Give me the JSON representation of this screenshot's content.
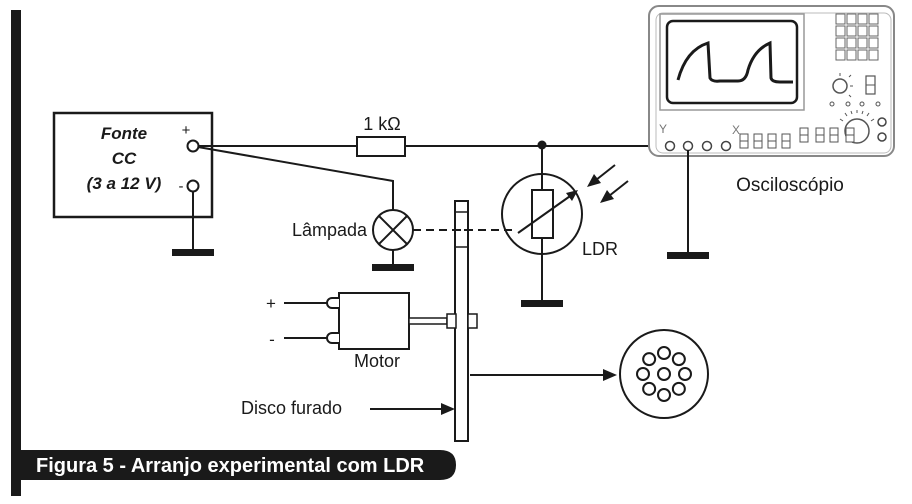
{
  "figure": {
    "caption": "Figura 5 - Arranjo experimental com LDR"
  },
  "power_supply": {
    "title_line1": "Fonte",
    "title_line2": "CC",
    "title_line3": "(3 a 12 V)",
    "plus_label": "+",
    "minus_label": "-"
  },
  "resistor": {
    "label": "1 kΩ"
  },
  "lamp": {
    "label": "Lâmpada"
  },
  "ldr": {
    "label": "LDR"
  },
  "motor": {
    "label": "Motor",
    "plus_label": "+",
    "minus_label": "-"
  },
  "disc": {
    "label": "Disco furado",
    "hole_count": 9
  },
  "oscilloscope": {
    "label": "Osciloscópio",
    "input_y_label": "Y",
    "input_x_label": "X"
  },
  "colors": {
    "ink": "#1a1a1a",
    "scope_outline": "#777777",
    "caption_bg": "#1a1a1a",
    "caption_text": "#ffffff"
  }
}
